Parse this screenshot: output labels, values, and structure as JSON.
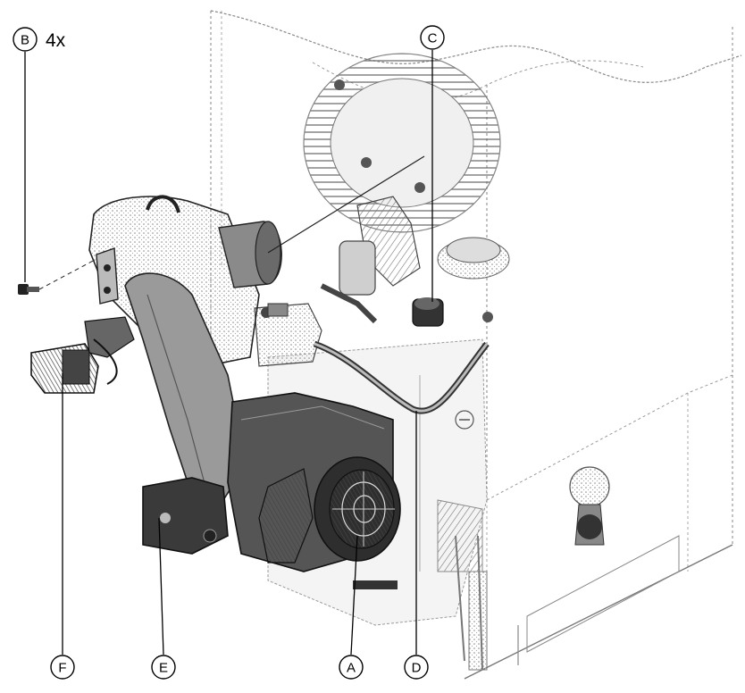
{
  "callouts": {
    "a": "A",
    "b": "B",
    "b_quantity": "4x",
    "c": "C",
    "d": "D",
    "e": "E",
    "f": "F"
  },
  "colors": {
    "line": "#1a1a1a",
    "hatch": "#555555",
    "shade_dark": "#3a3a3a",
    "shade_mid": "#7a7a7a",
    "shade_light": "#b5b5b5",
    "background": "#ffffff"
  }
}
